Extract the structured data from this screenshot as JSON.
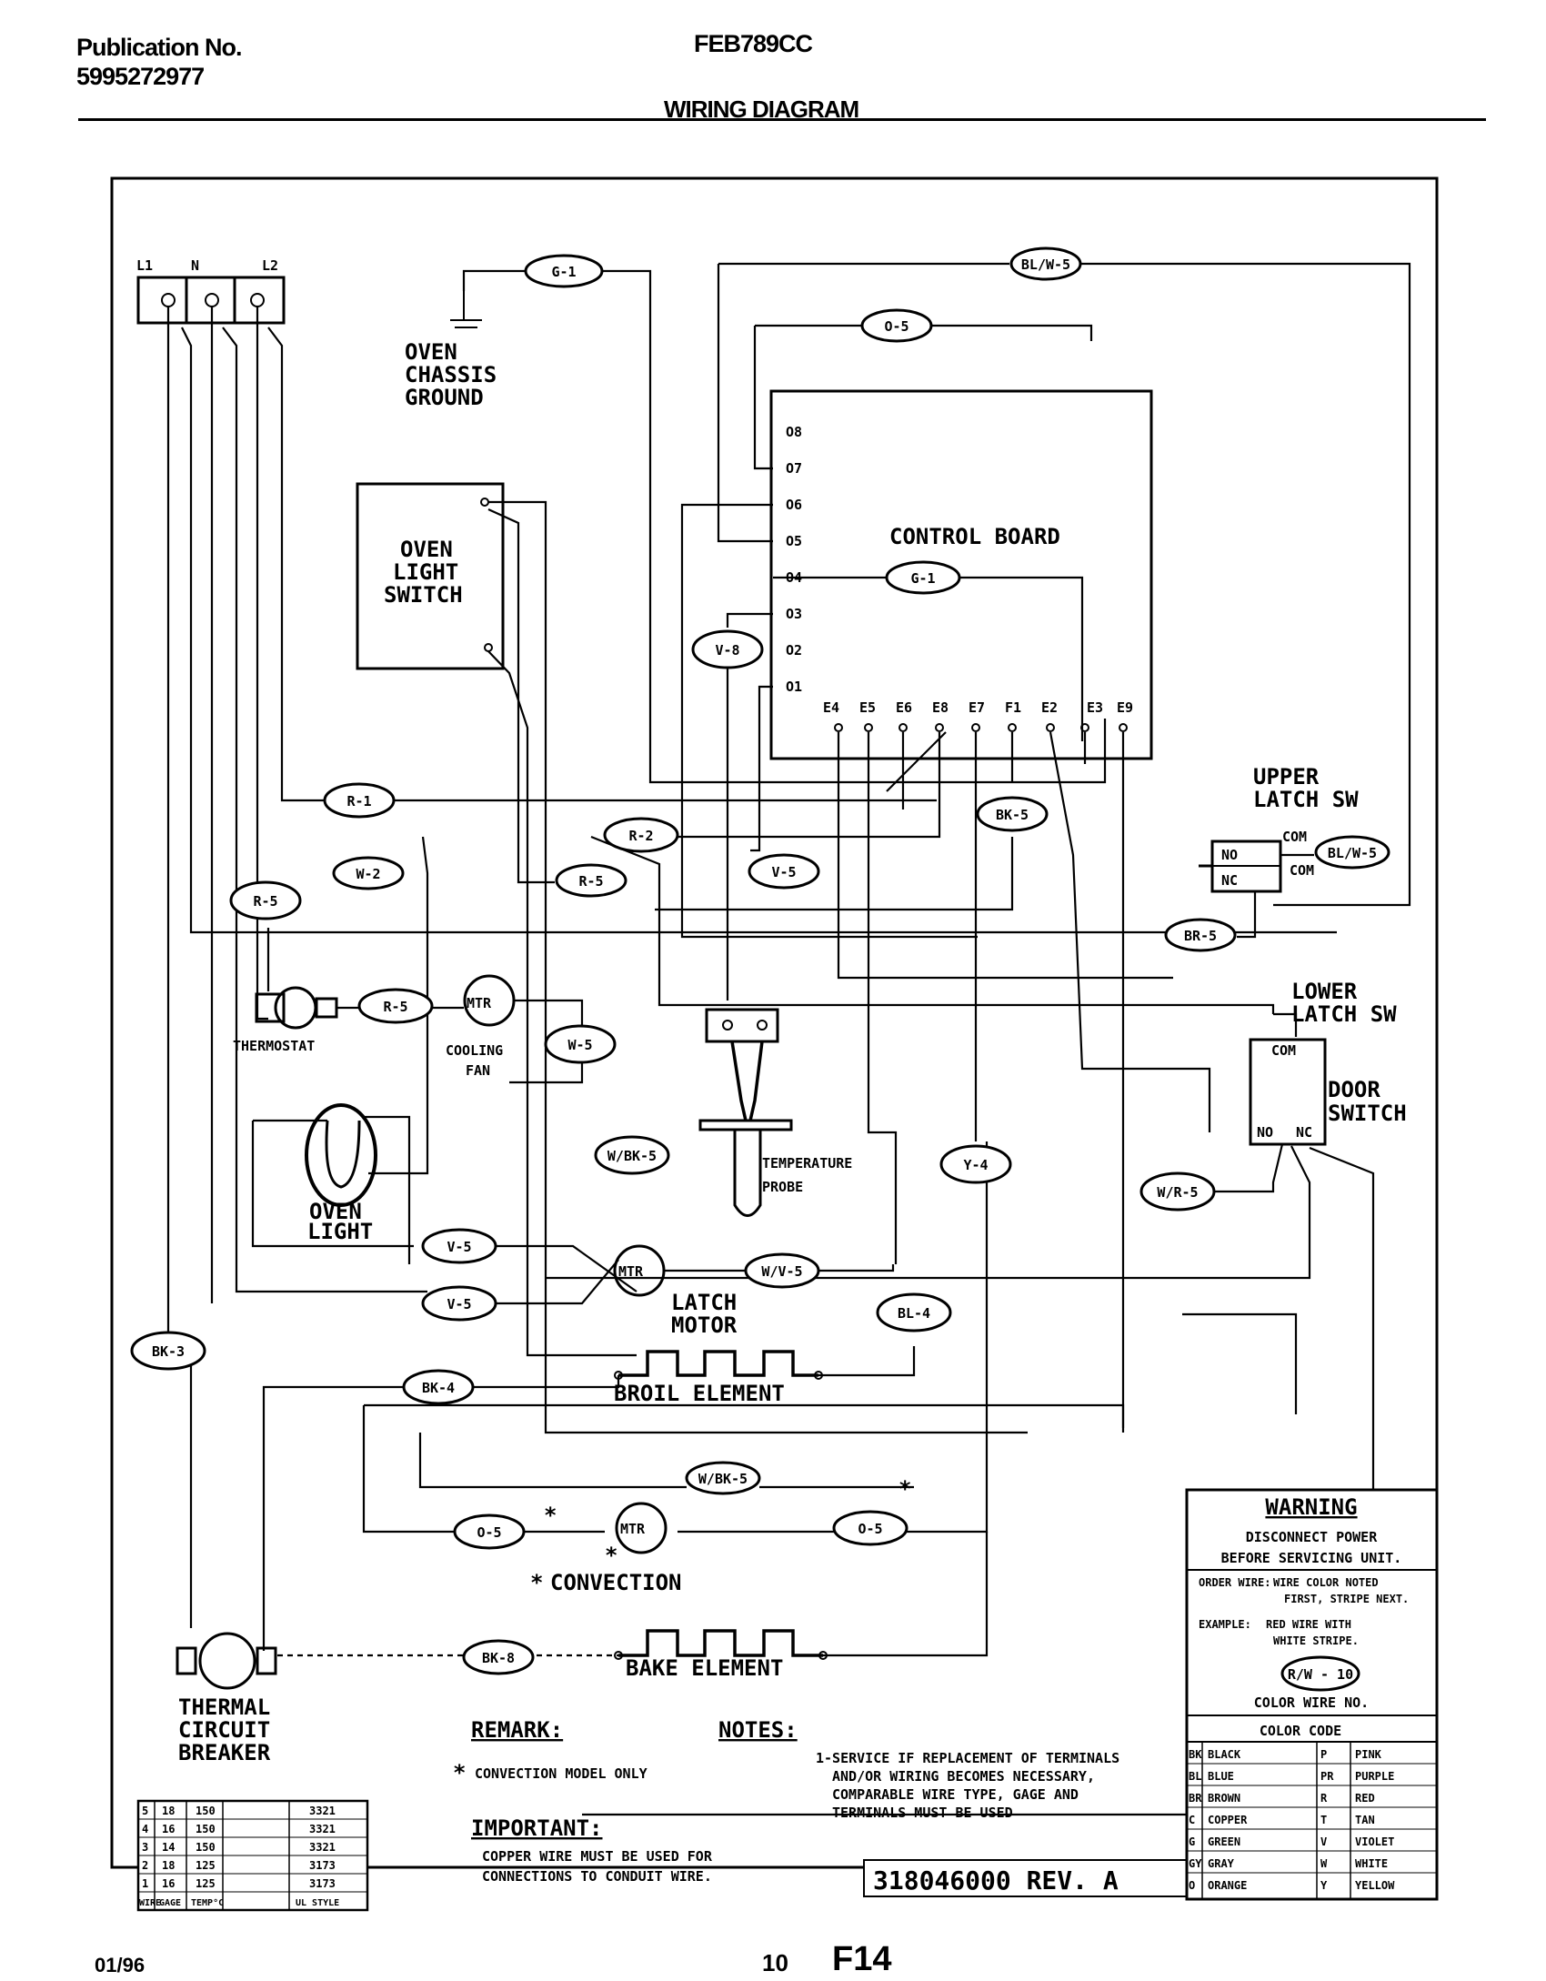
{
  "header": {
    "publication_label": "Publication No.",
    "publication_number": "5995272977",
    "model": "FEB789CC",
    "title": "WIRING DIAGRAM"
  },
  "footer": {
    "date": "01/96",
    "page": "10",
    "code": "F14"
  },
  "terminals": [
    "L1",
    "N",
    "L2"
  ],
  "components": {
    "chassis_ground": [
      "OVEN",
      "CHASSIS",
      "GROUND"
    ],
    "oven_light_switch": [
      "OVEN",
      "LIGHT",
      "SWITCH"
    ],
    "control_board": "CONTROL BOARD",
    "control_board_pins_left": [
      "O8",
      "O7",
      "O6",
      "O5",
      "O4",
      "O3",
      "O2",
      "O1"
    ],
    "control_board_pins_bottom": [
      "E4",
      "E5",
      "E6",
      "E8",
      "E7",
      "F1",
      "E2",
      "E3",
      "E9"
    ],
    "upper_latch_switch": [
      "UPPER",
      "LATCH SW"
    ],
    "upper_latch_terms": [
      "NO",
      "NC",
      "COM",
      "COM"
    ],
    "lower_latch_switch": [
      "LOWER",
      "LATCH SW"
    ],
    "door_switch": [
      "DOOR",
      "SWITCH"
    ],
    "door_switch_terms": [
      "COM",
      "NO",
      "NC"
    ],
    "thermostat": "THERMOSTAT",
    "cooling_fan": [
      "COOLING",
      "FAN"
    ],
    "motor_label": "MTR",
    "temperature_probe": [
      "TEMPERATURE",
      "PROBE"
    ],
    "oven_light": [
      "OVEN",
      "LIGHT"
    ],
    "latch_motor": [
      "LATCH",
      "MOTOR"
    ],
    "broil_element": "BROIL ELEMENT",
    "convection": "CONVECTION",
    "bake_element": "BAKE ELEMENT",
    "thermal_breaker": [
      "THERMAL",
      "CIRCUIT",
      "BREAKER"
    ],
    "asterisk": "*"
  },
  "wire_tags": {
    "g1_top": "G-1",
    "blw5_top": "BL/W-5",
    "o5_top": "O-5",
    "g1_board": "G-1",
    "v8": "V-8",
    "r1": "R-1",
    "bk5": "BK-5",
    "r2": "R-2",
    "w2": "W-2",
    "r5_mid": "R-5",
    "v5_probe": "V-5",
    "blw5_latch": "BL/W-5",
    "r5_left": "R-5",
    "br5": "BR-5",
    "r5_thermo": "R-5",
    "w5_fan": "W-5",
    "wbk5_mid": "W/BK-5",
    "y4": "Y-4",
    "wr5": "W/R-5",
    "v5_light": "V-5",
    "wv5": "W/V-5",
    "v5_latch": "V-5",
    "bl4": "BL-4",
    "bk3": "BK-3",
    "bk4": "BK-4",
    "wbk5_low": "W/BK-5",
    "o5_conv_left": "O-5",
    "o5_conv_right": "O-5",
    "bk8": "BK-8"
  },
  "remarks": {
    "remark_title": "REMARK:",
    "remark_text": "CONVECTION MODEL ONLY",
    "notes_title": "NOTES:",
    "notes_lines": [
      "1-SERVICE IF REPLACEMENT OF TERMINALS",
      "AND/OR WIRING BECOMES NECESSARY,",
      "COMPARABLE WIRE TYPE, GAGE AND",
      "TERMINALS MUST BE USED"
    ],
    "important_title": "IMPORTANT:",
    "important_lines": [
      "COPPER WIRE MUST BE USED FOR",
      "CONNECTIONS TO CONDUIT WIRE."
    ],
    "part_number": "318046000 REV. A"
  },
  "warning_box": {
    "title": "WARNING",
    "lines": [
      "DISCONNECT POWER",
      "BEFORE SERVICING UNIT."
    ],
    "order_label": "ORDER WIRE:",
    "order_lines": [
      "WIRE COLOR NOTED",
      "FIRST, STRIPE NEXT."
    ],
    "example_label": "EXAMPLE:",
    "example_lines": [
      "RED WIRE WITH",
      "WHITE STRIPE."
    ],
    "example_tag": "R/W - 10",
    "color_wire_no": "COLOR WIRE NO.",
    "color_code_title": "COLOR CODE",
    "color_code": [
      [
        "BK",
        "BLACK",
        "P",
        "PINK"
      ],
      [
        "BL",
        "BLUE",
        "PR",
        "PURPLE"
      ],
      [
        "BR",
        "BROWN",
        "R",
        "RED"
      ],
      [
        "C",
        "COPPER",
        "T",
        "TAN"
      ],
      [
        "G",
        "GREEN",
        "V",
        "VIOLET"
      ],
      [
        "GY",
        "GRAY",
        "W",
        "WHITE"
      ],
      [
        "O",
        "ORANGE",
        "Y",
        "YELLOW"
      ]
    ]
  },
  "wire_table": {
    "headers": [
      "WIRE",
      "GAGE",
      "TEMP°C",
      "UL STYLE"
    ],
    "rows": [
      [
        "5",
        "18",
        "150",
        "3321"
      ],
      [
        "4",
        "16",
        "150",
        "3321"
      ],
      [
        "3",
        "14",
        "150",
        "3321"
      ],
      [
        "2",
        "18",
        "125",
        "3173"
      ],
      [
        "1",
        "16",
        "125",
        "3173"
      ]
    ]
  }
}
